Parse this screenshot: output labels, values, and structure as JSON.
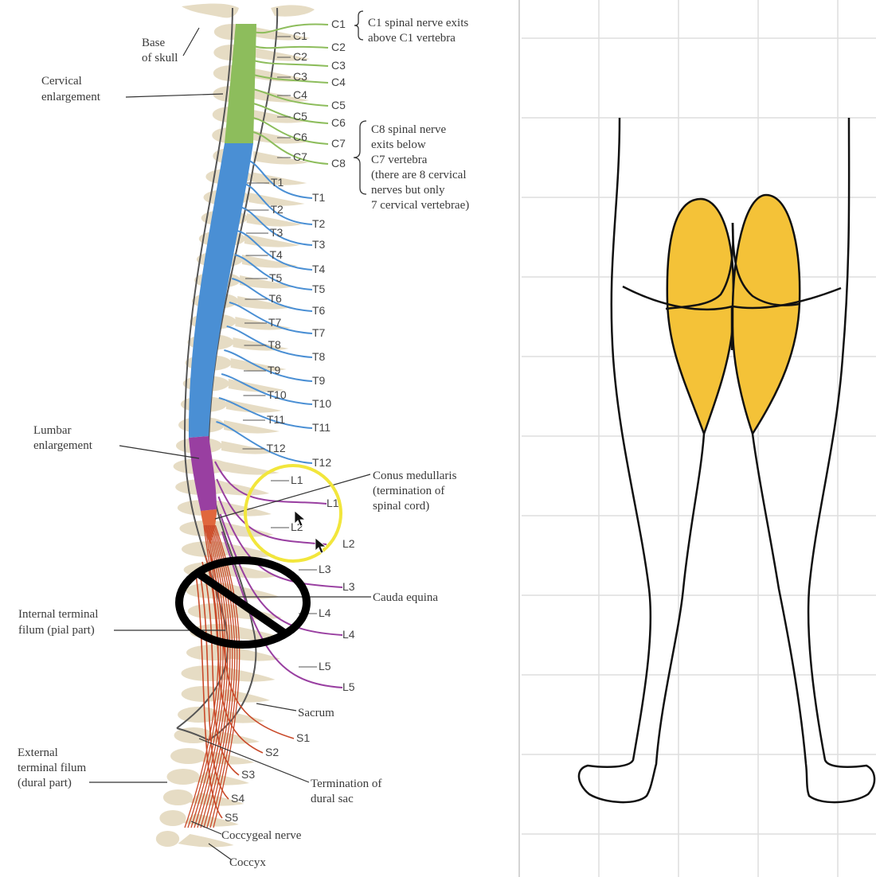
{
  "colors": {
    "background": "#ffffff",
    "grid": "#dedede",
    "bone": "#e6dcc4",
    "cervical": "#8dbd5c",
    "thoracic": "#4a8fd4",
    "lumbar": "#993fa1",
    "conus": "#e0673d",
    "sacral": "#c94a2a",
    "dermatome": "#f4c238",
    "highlight_circle": "#f2e63c",
    "outline": "#111111"
  },
  "labels": {
    "base_of_skull": [
      "Base",
      "of skull"
    ],
    "cervical_enlargement": [
      "Cervical",
      "enlargement"
    ],
    "lumbar_enlargement": [
      "Lumbar",
      "enlargement"
    ],
    "internal_filum": [
      "Internal terminal",
      "filum (pial part)"
    ],
    "external_filum": [
      "External",
      "terminal filum",
      "(dural part)"
    ],
    "c1_note": [
      "C1 spinal nerve exits",
      "above C1 vertebra"
    ],
    "c8_note": [
      "C8 spinal nerve",
      "exits below",
      "C7 vertebra",
      "(there are 8 cervical",
      "nerves but only",
      "7 cervical vertebrae)"
    ],
    "conus": [
      "Conus medullaris",
      "(termination of",
      "spinal cord)"
    ],
    "cauda_equina": "Cauda equina",
    "sacrum": "Sacrum",
    "dural_sac": [
      "Termination of",
      "dural sac"
    ],
    "coccygeal_nerve": "Coccygeal nerve",
    "coccyx": "Coccyx"
  },
  "vertebra_labels": {
    "cervical": [
      "C1",
      "C2",
      "C3",
      "C4",
      "C5",
      "C6",
      "C7"
    ],
    "thoracic": [
      "T1",
      "T2",
      "T3",
      "T4",
      "T5",
      "T6",
      "T7",
      "T8",
      "T9",
      "T10",
      "T11",
      "T12"
    ],
    "lumbar": [
      "L1",
      "L2",
      "L3",
      "L4",
      "L5"
    ]
  },
  "nerve_labels": {
    "cervical": [
      "C1",
      "C2",
      "C3",
      "C4",
      "C5",
      "C6",
      "C7",
      "C8"
    ],
    "thoracic": [
      "T1",
      "T2",
      "T3",
      "T4",
      "T5",
      "T6",
      "T7",
      "T8",
      "T9",
      "T10",
      "T11",
      "T12"
    ],
    "lumbar": [
      "L1",
      "L2",
      "L3",
      "L4",
      "L5"
    ],
    "sacral": [
      "S1",
      "S2",
      "S3",
      "S4",
      "S5"
    ]
  },
  "icons": [
    "cursor-arrow-icon",
    "prohibition-icon",
    "highlight-circle"
  ]
}
